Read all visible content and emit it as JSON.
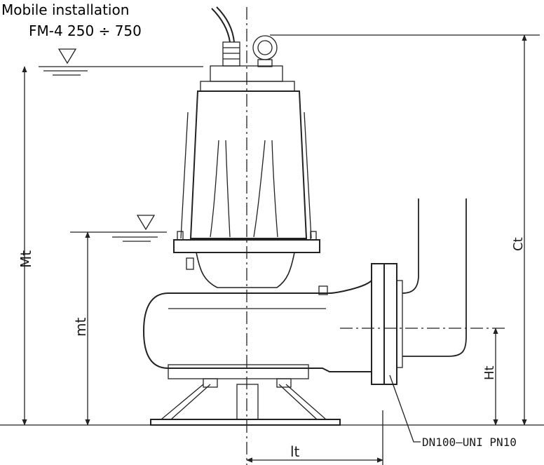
{
  "title": {
    "line1": "Mobile installation",
    "line2": "FM-4 250 ÷ 750"
  },
  "dimensions": {
    "Mt": "Mt",
    "mt": "mt",
    "Ct": "Ct",
    "Ht": "Ht",
    "lt": "lt"
  },
  "flange_label": "DN100—UNI PN10"
}
